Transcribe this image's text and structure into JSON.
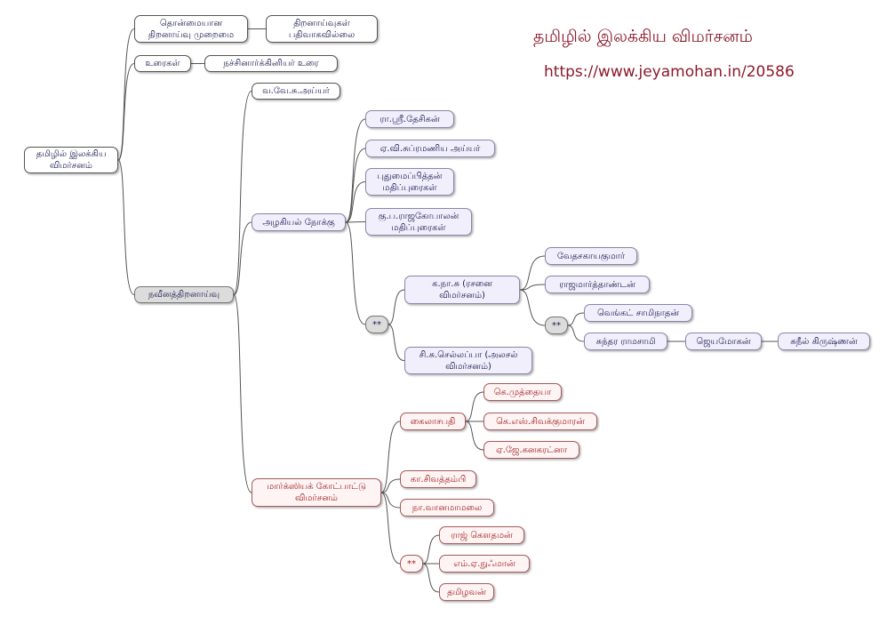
{
  "header": {
    "title": "தமிழில் இலக்கிய விமர்சனம்",
    "url": "https://www.jeyamohan.in/20586"
  },
  "colors": {
    "link": "#555555",
    "title_text": "#8b1a2b",
    "node_text": "#1a1a50",
    "marxist_text": "#9b1b1b"
  },
  "mindmap": {
    "root": "தமிழில் இலக்கிய\nவிமர்சனம்",
    "traditional": "தொன்மையான\nதிறனாய்வு முறைமை",
    "not_recorded": "திறனாய்வுகள்\nபதிவாகவில்லை",
    "commentaries": "உரைகள்",
    "nachinarkiniyar": "நச்சினார்க்கினியர் உரை",
    "modern": "நவீனத்திறனாய்வு",
    "va_ve_su_iyer": "வ.வே.சு.அய்யர்",
    "aesthetic": "அழகியல் நோக்கு",
    "rasri_desikan": "ரா.ஸ்ரீ.தேசிகன்",
    "subramania_iyer": "ஏ.வி.சுப்ரமணிய அய்யர்",
    "pudumaipithan": "புதுமைப்பித்தன்\nமதிப்புரைகள்",
    "rajagopalan": "கு.ப.ராஜகோபாலன்\nமதிப்புரைகள்",
    "group_a": "**",
    "ka_na_su": "க.நா.சு              (ரசனை\nவிமர்சனம்)",
    "chellappa": "சி.சு.செல்லப்பா (அலசல்\nவிமர்சனம்)",
    "vedasagayakumar": "வேதசகாயகுமார்",
    "rajamarthandan": "ராஜமார்த்தாண்டன்",
    "group_b": "**",
    "venkat_swaminathan": "வெங்கட் சாமிநாதன்",
    "sundara_ramasamy": "சுந்தர ராமசாமி",
    "jeyamohan": "ஜெயமோகன்",
    "suneel_krishnan": "சுநீல் கிருஷ்ணன்",
    "marxist": "மார்க்ஸியக் கோட்பாட்டு\nவிமர்சனம்",
    "kailasapathy": "கைலாசபதி",
    "ke_muthaiya": "கெ.முத்தையா",
    "ke_es_sivakumaran": "கெ.எஸ்.சிவக்குமாரன்",
    "e_je_kanakaratna": "ஏ.ஜே.கனகரட்னா",
    "ka_sivathambi": "கா.சிவத்தம்பி",
    "na_vanamamalai": "நா.வானமாமலை",
    "group_c": "**",
    "raj_gauthaman": "ராஜ் கௌதமன்",
    "em_e_nuhman": "எம்.ஏ.நுஃமான்",
    "tamilavan": "தமிழவன்"
  }
}
